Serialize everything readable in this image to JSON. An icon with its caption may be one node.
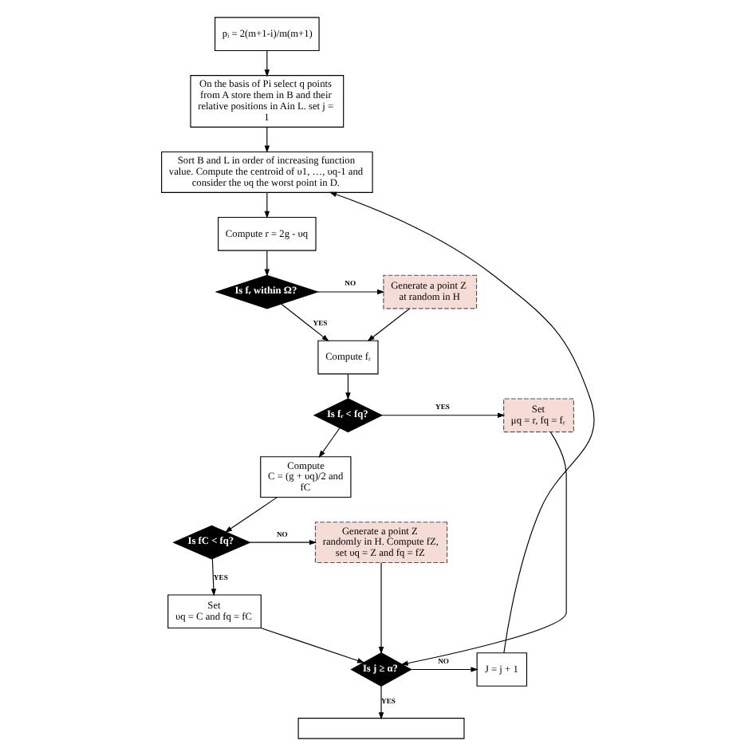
{
  "diagram": {
    "nodes": [
      {
        "text": [
          "pᵢ = 2(m+1-i)/m(m+1)"
        ]
      },
      {
        "text": [
          "On the basis of Pi select q points from A store them in B and their relative positions in Ain L. set j = 1"
        ]
      },
      {
        "text": [
          "Sort B and L in order of increasing function value. Compute the centroid of υ1, …, υq-1 and consider the υq the worst point in D."
        ]
      },
      {
        "text": [
          "Compute r = 2g - υq"
        ]
      },
      {
        "text": [
          "Is fᵣ within Ω?"
        ]
      },
      {
        "text": [
          "Generate a point Z at random in H"
        ]
      },
      {
        "text": [
          "Compute fᵣ"
        ]
      },
      {
        "text": [
          "Is fᵣ < fq?"
        ]
      },
      {
        "text": [
          "Set",
          "μq = r, fq = fᵣ"
        ]
      },
      {
        "text": [
          "Compute",
          "C = (g + υq)/2 and fC"
        ]
      },
      {
        "text": [
          "Is fC < fq?"
        ]
      },
      {
        "text": [
          "Generate a point Z randomly in H. Compute fZ, set υq = Z and fq = fZ"
        ]
      },
      {
        "text": [
          "Set",
          "υq = C and fq = fC"
        ]
      },
      {
        "text": [
          "Is j ≥ α?"
        ]
      },
      {
        "text": [
          "J = j + 1"
        ]
      },
      {
        "text": [],
        "shape": "box"
      }
    ],
    "edges": [
      {
        "from": 0,
        "to": 1,
        "arrow": "to"
      },
      {
        "from": 1,
        "to": 2,
        "arrow": "to"
      },
      {
        "from": 2,
        "to": 3,
        "arrow": "to"
      },
      {
        "from": 3,
        "to": 4,
        "arrow": "to"
      },
      {
        "from": 4,
        "to": 5,
        "arrow": "to",
        "label": "NO"
      },
      {
        "from": 4,
        "to": 6,
        "arrow": "to",
        "label": "YES"
      },
      {
        "from": 5,
        "to": 6,
        "arrow": "to"
      },
      {
        "from": 6,
        "to": 7,
        "arrow": "to"
      },
      {
        "from": 7,
        "to": 8,
        "arrow": "to",
        "label": "YES"
      },
      {
        "from": 7,
        "to": 9,
        "arrow": "to"
      },
      {
        "from": 9,
        "to": 10,
        "arrow": "to"
      },
      {
        "from": 10,
        "to": 11,
        "arrow": "to",
        "label": "NO"
      },
      {
        "from": 10,
        "to": 12,
        "arrow": "to",
        "label": "YES"
      },
      {
        "from": 8,
        "to": 13,
        "arrow": "to"
      },
      {
        "from": 12,
        "to": 13,
        "arrow": "to"
      },
      {
        "from": 11,
        "to": 13,
        "arrow": "to"
      },
      {
        "from": 13,
        "to": 14,
        "arrow": "to",
        "label": "NO"
      },
      {
        "from": 13,
        "to": 15,
        "arrow": "to",
        "label": "YES"
      },
      {
        "from": 14,
        "to": 2,
        "arrow": "to"
      }
    ]
  }
}
